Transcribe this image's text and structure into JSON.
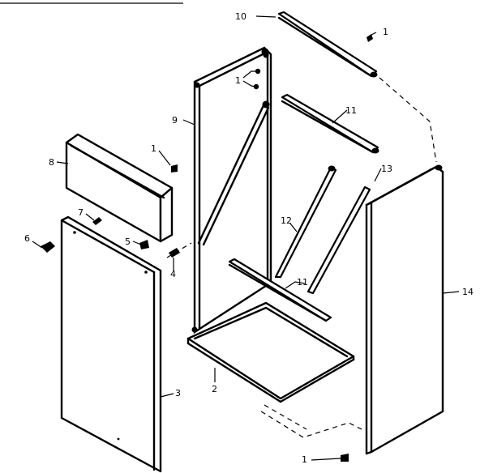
{
  "callouts": {
    "c10": "10",
    "c1a": "1",
    "c1b": "1",
    "c11a": "11",
    "c9": "9",
    "c8": "8",
    "c1c": "1",
    "c13": "13",
    "c12": "12",
    "c7": "7",
    "c6": "6",
    "c5": "5",
    "c4": "4",
    "c11b": "11",
    "c14": "14",
    "c3": "3",
    "c2": "2",
    "c1d": "1"
  }
}
